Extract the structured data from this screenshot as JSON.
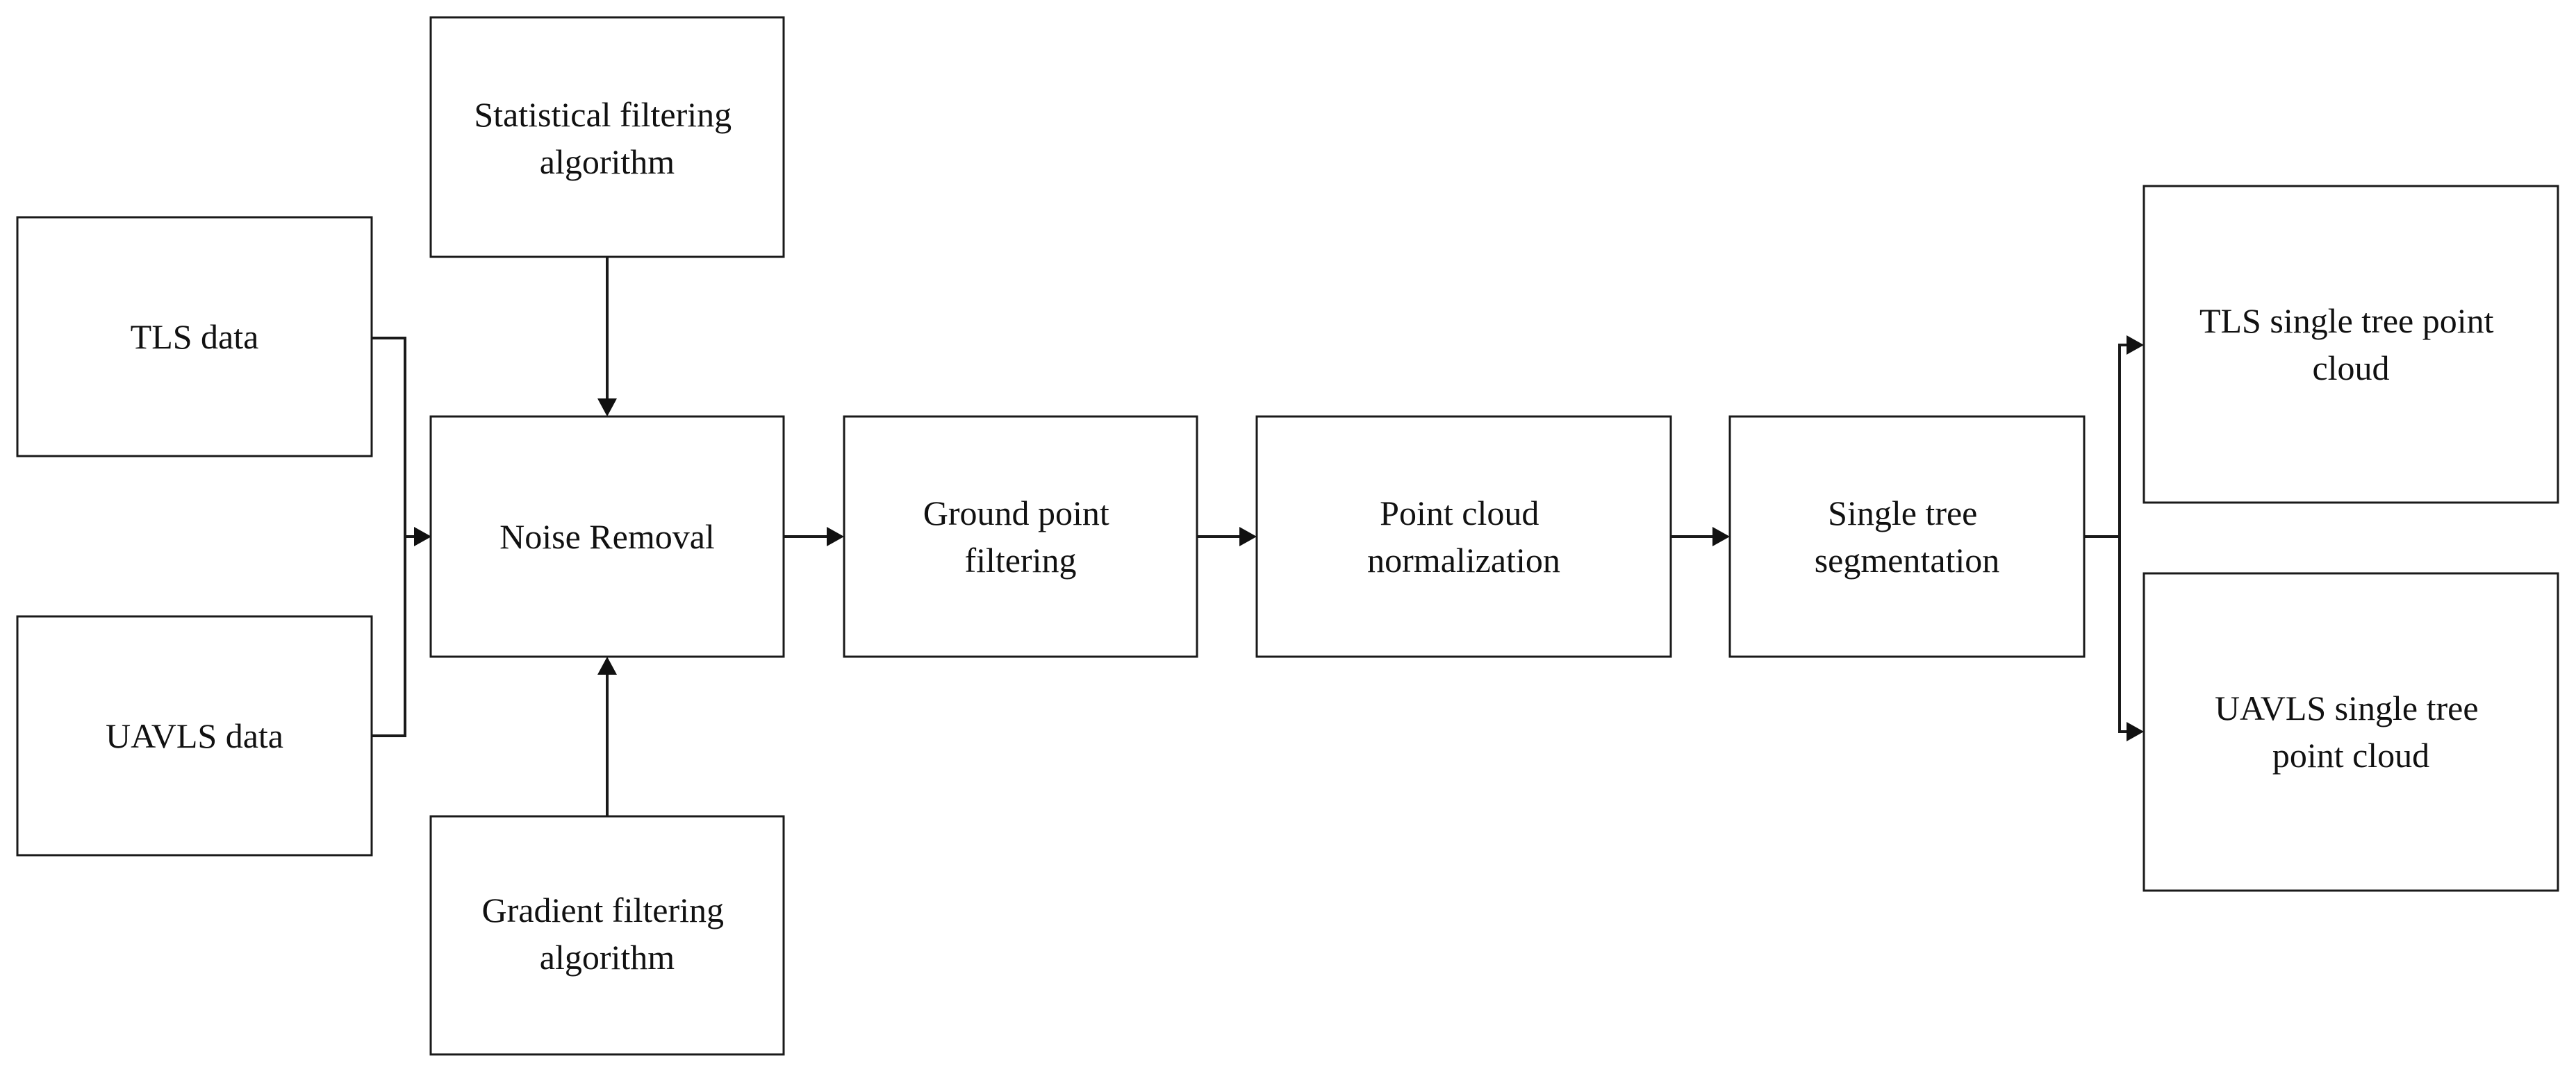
{
  "nodes": {
    "tls_data": {
      "lines": [
        "TLS data"
      ]
    },
    "uavls_data": {
      "lines": [
        "UAVLS data"
      ]
    },
    "statistical_filtering": {
      "lines": [
        "Statistical filtering",
        "algorithm"
      ]
    },
    "noise_removal": {
      "lines": [
        "Noise Removal"
      ]
    },
    "gradient_filtering": {
      "lines": [
        "Gradient filtering",
        "algorithm"
      ]
    },
    "ground_point_filtering": {
      "lines": [
        "Ground point",
        "filtering"
      ]
    },
    "point_cloud_normalization": {
      "lines": [
        "Point cloud",
        "normalization"
      ]
    },
    "single_tree_segmentation": {
      "lines": [
        "Single tree",
        "segmentation"
      ]
    },
    "tls_single_tree": {
      "lines": [
        "TLS single tree point",
        "cloud"
      ]
    },
    "uavls_single_tree": {
      "lines": [
        "UAVLS single tree",
        "point cloud"
      ]
    }
  },
  "edges": [
    {
      "from": "tls_data",
      "to": "noise_removal"
    },
    {
      "from": "uavls_data",
      "to": "noise_removal"
    },
    {
      "from": "statistical_filtering",
      "to": "noise_removal"
    },
    {
      "from": "gradient_filtering",
      "to": "noise_removal"
    },
    {
      "from": "noise_removal",
      "to": "ground_point_filtering"
    },
    {
      "from": "ground_point_filtering",
      "to": "point_cloud_normalization"
    },
    {
      "from": "point_cloud_normalization",
      "to": "single_tree_segmentation"
    },
    {
      "from": "single_tree_segmentation",
      "to": "tls_single_tree"
    },
    {
      "from": "single_tree_segmentation",
      "to": "uavls_single_tree"
    }
  ]
}
